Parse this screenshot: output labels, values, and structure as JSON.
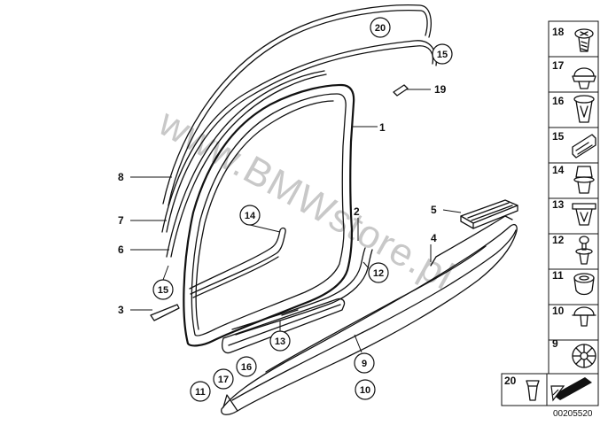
{
  "watermark": "www.BMWstore.pl",
  "diagram_id": "00205520",
  "callouts": [
    {
      "id": "c1",
      "label": "1"
    },
    {
      "id": "c2",
      "label": "2"
    },
    {
      "id": "c3",
      "label": "3"
    },
    {
      "id": "c4",
      "label": "4"
    },
    {
      "id": "c5",
      "label": "5"
    },
    {
      "id": "c6",
      "label": "6"
    },
    {
      "id": "c7",
      "label": "7"
    },
    {
      "id": "c8",
      "label": "8"
    },
    {
      "id": "c19",
      "label": "19"
    }
  ],
  "circled_callouts": [
    {
      "id": "cc20",
      "label": "20"
    },
    {
      "id": "cc15a",
      "label": "15"
    },
    {
      "id": "cc14",
      "label": "14"
    },
    {
      "id": "cc12",
      "label": "12"
    },
    {
      "id": "cc15b",
      "label": "15"
    },
    {
      "id": "cc13",
      "label": "13"
    },
    {
      "id": "cc9",
      "label": "9"
    },
    {
      "id": "cc10",
      "label": "10"
    },
    {
      "id": "cc16",
      "label": "16"
    },
    {
      "id": "cc17",
      "label": "17"
    },
    {
      "id": "cc11",
      "label": "11"
    }
  ],
  "legend": [
    {
      "label": "18",
      "icon": "screw-clip-icon"
    },
    {
      "label": "17",
      "icon": "plug-cap-icon"
    },
    {
      "label": "16",
      "icon": "expansion-clip-icon"
    },
    {
      "label": "15",
      "icon": "bracket-icon"
    },
    {
      "label": "14",
      "icon": "square-clip-icon"
    },
    {
      "label": "13",
      "icon": "spring-clip-icon"
    },
    {
      "label": "12",
      "icon": "push-pin-icon"
    },
    {
      "label": "11",
      "icon": "grommet-icon"
    },
    {
      "label": "10",
      "icon": "dome-rivet-icon"
    },
    {
      "label": "9",
      "icon": "star-clip-icon"
    }
  ],
  "legend_bottom": {
    "label": "20",
    "icon": "sleeve-nut-icon"
  }
}
